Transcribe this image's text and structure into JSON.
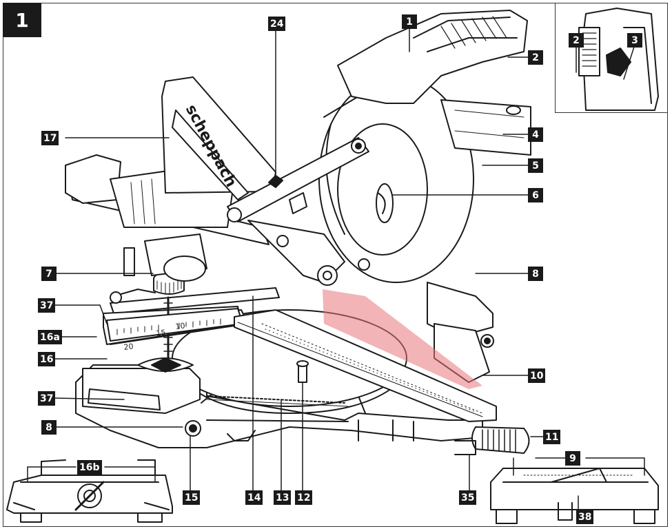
{
  "figure": {
    "number": "1",
    "brand_text": "scheppach",
    "scale_numbers": [
      "20",
      "15",
      "10"
    ]
  },
  "callouts": {
    "c1": "1",
    "c2": "2",
    "c2_inset": "2",
    "c3": "3",
    "c4": "4",
    "c5": "5",
    "c6": "6",
    "c7": "7",
    "c8_right": "8",
    "c8_left": "8",
    "c9": "9",
    "c10": "10",
    "c11": "11",
    "c12": "12",
    "c13": "13",
    "c14": "14",
    "c15": "15",
    "c16": "16",
    "c16a": "16a",
    "c16b": "16b",
    "c17": "17",
    "c24": "24",
    "c35": "35",
    "c37_top": "37",
    "c37_bottom": "37",
    "c38": "38"
  },
  "colors": {
    "outline": "#1a1a1a",
    "laser": "#e8767c",
    "callout_bg": "#1a1a1a",
    "callout_text": "#ffffff"
  }
}
